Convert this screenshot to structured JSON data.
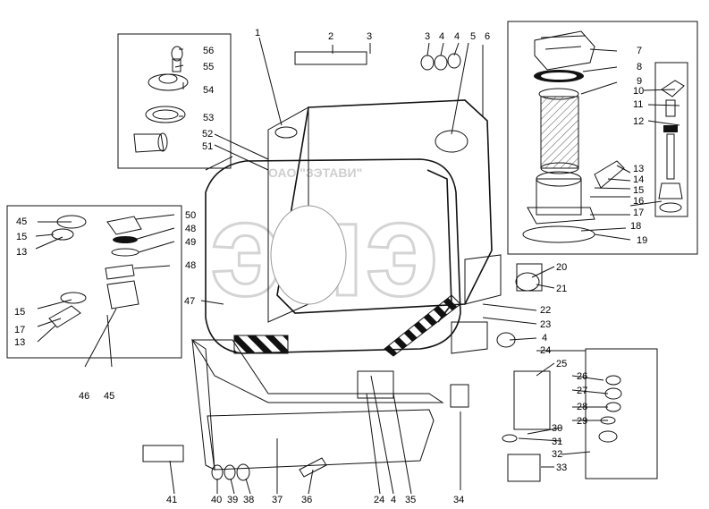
{
  "watermark": {
    "big": "эпэ",
    "small": "ОАО \"ЗЭТАВИ\""
  },
  "callouts": [
    {
      "id": "c1",
      "text": "1"
    },
    {
      "id": "c2",
      "text": "2"
    },
    {
      "id": "c3a",
      "text": "3"
    },
    {
      "id": "c3b",
      "text": "3"
    },
    {
      "id": "c4a",
      "text": "4"
    },
    {
      "id": "c4b",
      "text": "4"
    },
    {
      "id": "c5",
      "text": "5"
    },
    {
      "id": "c6",
      "text": "6"
    },
    {
      "id": "c7",
      "text": "7"
    },
    {
      "id": "c8",
      "text": "8"
    },
    {
      "id": "c9",
      "text": "9"
    },
    {
      "id": "c10",
      "text": "10"
    },
    {
      "id": "c11",
      "text": "11"
    },
    {
      "id": "c12",
      "text": "12"
    },
    {
      "id": "c13a",
      "text": "13"
    },
    {
      "id": "c14",
      "text": "14"
    },
    {
      "id": "c15a",
      "text": "15"
    },
    {
      "id": "c16",
      "text": "16"
    },
    {
      "id": "c17a",
      "text": "17"
    },
    {
      "id": "c18",
      "text": "18"
    },
    {
      "id": "c19",
      "text": "19"
    },
    {
      "id": "c20",
      "text": "20"
    },
    {
      "id": "c21",
      "text": "21"
    },
    {
      "id": "c22",
      "text": "22"
    },
    {
      "id": "c23",
      "text": "23"
    },
    {
      "id": "c4c",
      "text": "4"
    },
    {
      "id": "c24a",
      "text": "24"
    },
    {
      "id": "c25",
      "text": "25"
    },
    {
      "id": "c26",
      "text": "26"
    },
    {
      "id": "c27",
      "text": "27"
    },
    {
      "id": "c28",
      "text": "28"
    },
    {
      "id": "c29",
      "text": "29"
    },
    {
      "id": "c30",
      "text": "30"
    },
    {
      "id": "c31",
      "text": "31"
    },
    {
      "id": "c32",
      "text": "32"
    },
    {
      "id": "c33",
      "text": "33"
    },
    {
      "id": "c34",
      "text": "34"
    },
    {
      "id": "c35",
      "text": "35"
    },
    {
      "id": "c4d",
      "text": "4"
    },
    {
      "id": "c24b",
      "text": "24"
    },
    {
      "id": "c36",
      "text": "36"
    },
    {
      "id": "c37",
      "text": "37"
    },
    {
      "id": "c38",
      "text": "38"
    },
    {
      "id": "c39",
      "text": "39"
    },
    {
      "id": "c40",
      "text": "40"
    },
    {
      "id": "c41",
      "text": "41"
    },
    {
      "id": "c45a",
      "text": "45"
    },
    {
      "id": "c46",
      "text": "46"
    },
    {
      "id": "c13b",
      "text": "13"
    },
    {
      "id": "c17b",
      "text": "17"
    },
    {
      "id": "c15b",
      "text": "15"
    },
    {
      "id": "c48a",
      "text": "48"
    },
    {
      "id": "c47",
      "text": "47"
    },
    {
      "id": "c45b",
      "text": "45"
    },
    {
      "id": "c15c",
      "text": "15"
    },
    {
      "id": "c13c",
      "text": "13"
    },
    {
      "id": "c50",
      "text": "50"
    },
    {
      "id": "c48b",
      "text": "48"
    },
    {
      "id": "c49",
      "text": "49"
    },
    {
      "id": "c51",
      "text": "51"
    },
    {
      "id": "c52",
      "text": "52"
    },
    {
      "id": "c53",
      "text": "53"
    },
    {
      "id": "c54",
      "text": "54"
    },
    {
      "id": "c55",
      "text": "55"
    },
    {
      "id": "c56",
      "text": "56"
    }
  ]
}
